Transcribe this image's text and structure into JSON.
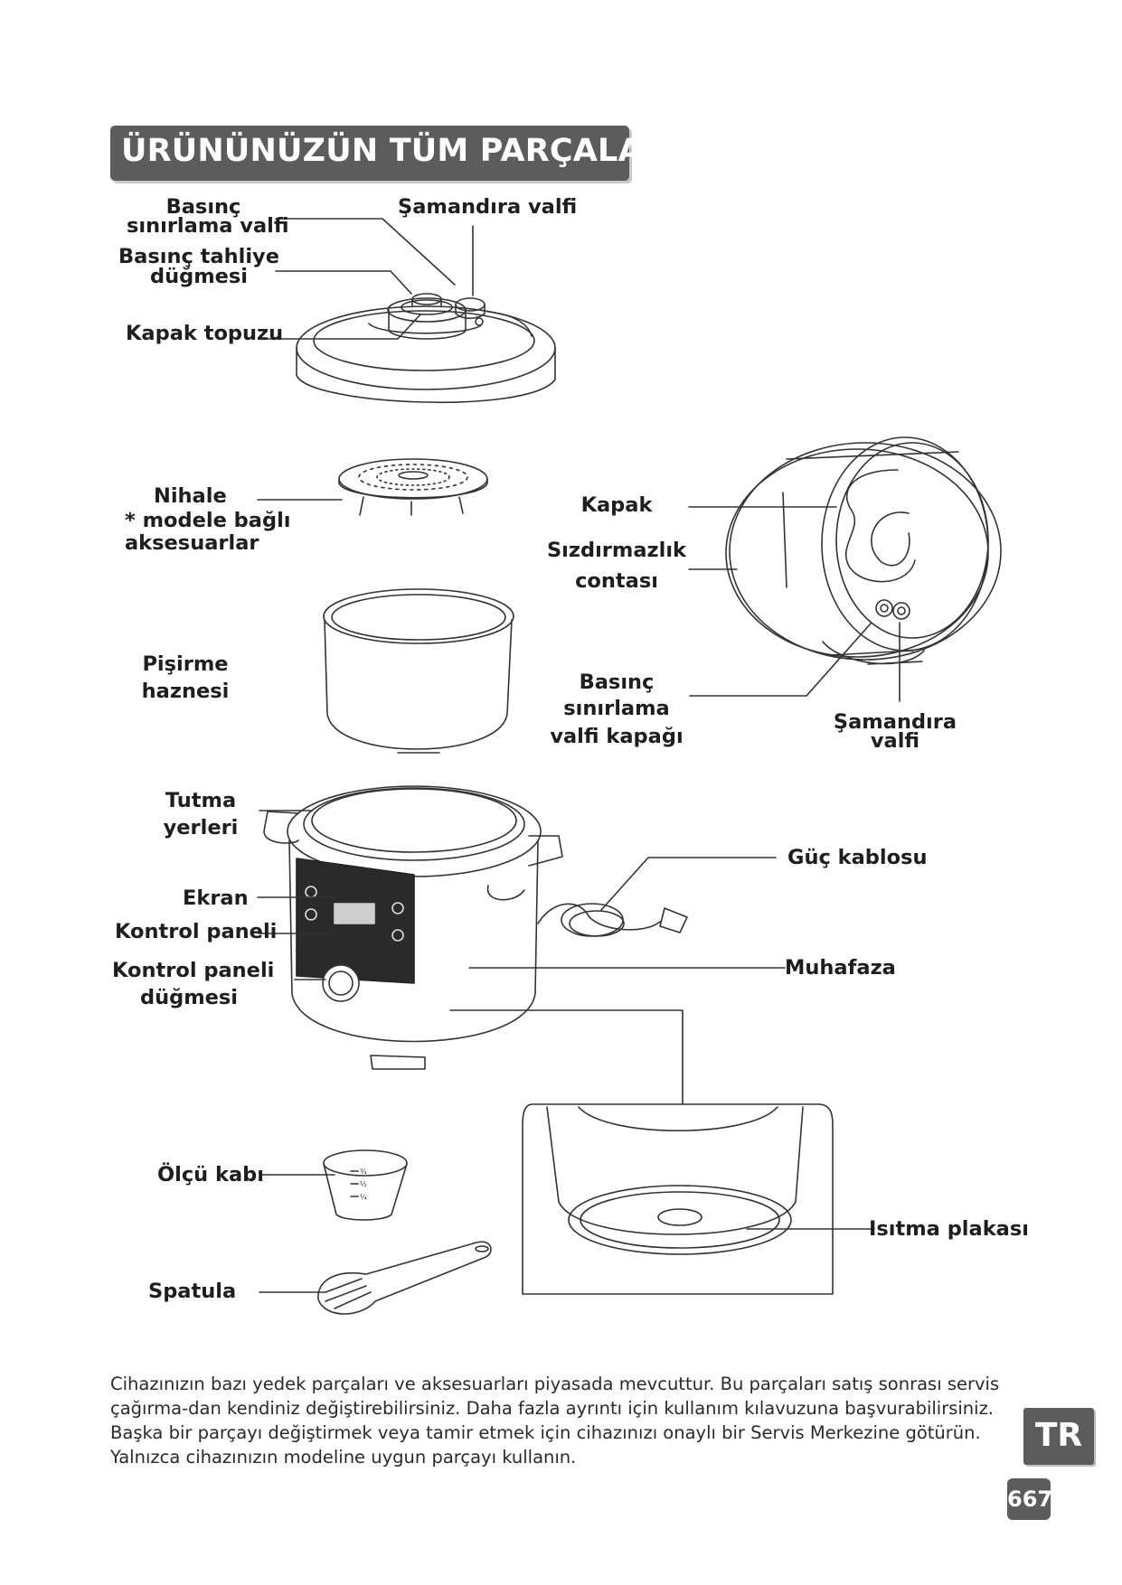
{
  "title": "ÜRÜNÜNÜZÜN TÜM PARÇALARI",
  "labels": {
    "pressure_limiting_valve": [
      "Basınç",
      "sınırlama valfi"
    ],
    "float_valve_top": "Şamandıra valfi",
    "pressure_release_button": [
      "Basınç tahliye",
      "düğmesi"
    ],
    "lid_knob": "Kapak topuzu",
    "steam_rack": [
      "Nihale",
      "* modele bağlı",
      "aksesuarlar"
    ],
    "lid": "Kapak",
    "sealing_ring": [
      "Sızdırmazlık",
      "contası"
    ],
    "cooking_bowl": [
      "Pişirme",
      "haznesi"
    ],
    "pressure_valve_cap": [
      "Basınç",
      "sınırlama",
      "valfi kapağı"
    ],
    "float_valve_bottom": [
      "Şamandıra",
      "valfi"
    ],
    "handles": [
      "Tutma",
      "yerleri"
    ],
    "power_cord": "Güç kablosu",
    "display": "Ekran",
    "control_panel": "Kontrol paneli",
    "control_knob": [
      "Kontrol paneli",
      "düğmesi"
    ],
    "housing": "Muhafaza",
    "measuring_cup": "Ölçü kabı",
    "heating_plate": "Isıtma plakası",
    "spatula": "Spatula"
  },
  "cup_marks": [
    "¾",
    "½",
    "¼"
  ],
  "footer": "Cihazınızın bazı yedek parçaları ve aksesuarları piyasada mevcuttur. Bu parçaları satış sonrası servis çağırma-dan kendiniz değiştirebilirsiniz. Daha fazla ayrıntı için kullanım kılavuzuna başvurabilirsiniz. Başka bir parçayı değiştirmek veya tamir etmek için cihazınızı onaylı bir Servis Merkezine götürün. Yalnızca cihazınızın modeline uygun parçayı kullanın.",
  "language_tab": "TR",
  "page_number": "667"
}
